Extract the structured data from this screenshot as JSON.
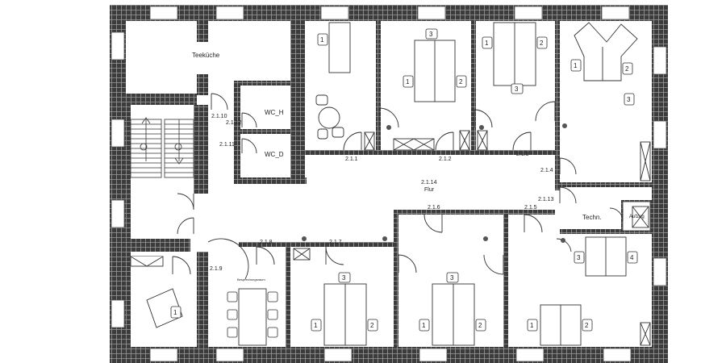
{
  "rooms": {
    "teekueche": "Teeküche",
    "wc_h": "WC_H",
    "wc_d": "WC_D",
    "flur_number": "2.1.14",
    "flur_name": "Flur",
    "techn": "Techn.",
    "aufzug": "Aufzug",
    "besprechung": "Besprechungsraum"
  },
  "room_numbers": {
    "r2110": "2.1.10",
    "r2112": "2.1.12",
    "r2111": "2.1.11",
    "r211": "2.1.1",
    "r212": "2.1.2",
    "r213": "2.1.3",
    "r214": "2.1.4",
    "r2113": "2.1.13",
    "r215": "2.1.5",
    "r216": "2.1.6",
    "r217": "2.1.7",
    "r218": "2.1.8",
    "r219": "2.1.9"
  },
  "chairs": [
    "1",
    "2",
    "3",
    "4"
  ]
}
